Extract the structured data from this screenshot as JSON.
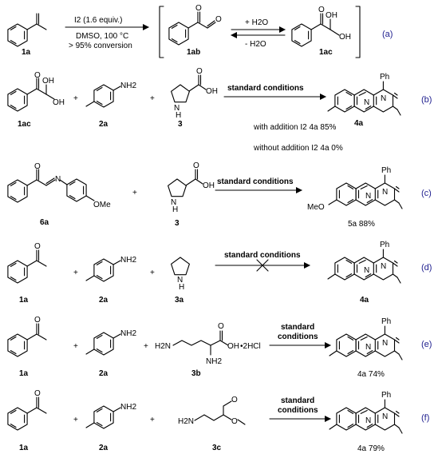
{
  "labels": {
    "ac": "1ac",
    "a": "1a",
    "ab": "1ab",
    "aniline": "2a",
    "pro": "3",
    "pyr": "3a",
    "orn": "3b",
    "acet": "3c",
    "imine": "6a",
    "prod": "4a",
    "prodOMe": "5a"
  },
  "atoms": {
    "ph": "Ph",
    "n": "N",
    "nh": "N",
    "h": "H",
    "nh2": "NH2",
    "h2n": "H2N",
    "o": "O",
    "oh": "OH",
    "ome": "OMe",
    "meo": "MeO",
    "hcl": "•2HCl"
  },
  "rows": {
    "a": {
      "letter": "(a)",
      "reagent1": "I2 (1.6 equiv.)",
      "reagent2": "DMSO, 100 °C",
      "reagent3": "> 95% conversion",
      "eq_top": "+ H2O",
      "eq_bottom": "- H2O"
    },
    "b": {
      "letter": "(b)",
      "conditions": "standard conditions",
      "note1": "with addition I2 4a  85%",
      "note2": "without addition I2 4a   0%"
    },
    "c": {
      "letter": "(c)",
      "conditions": "standard conditions",
      "yield": "5a 88%"
    },
    "d": {
      "letter": "(d)",
      "conditions": "standard conditions"
    },
    "e": {
      "letter": "(e)",
      "conditions_1": "standard",
      "conditions_2": "conditions",
      "yield": "4a 74%"
    },
    "f": {
      "letter": "(f)",
      "conditions_1": "standard",
      "conditions_2": "conditions",
      "yield": "4a 79%"
    }
  },
  "plus": "+"
}
